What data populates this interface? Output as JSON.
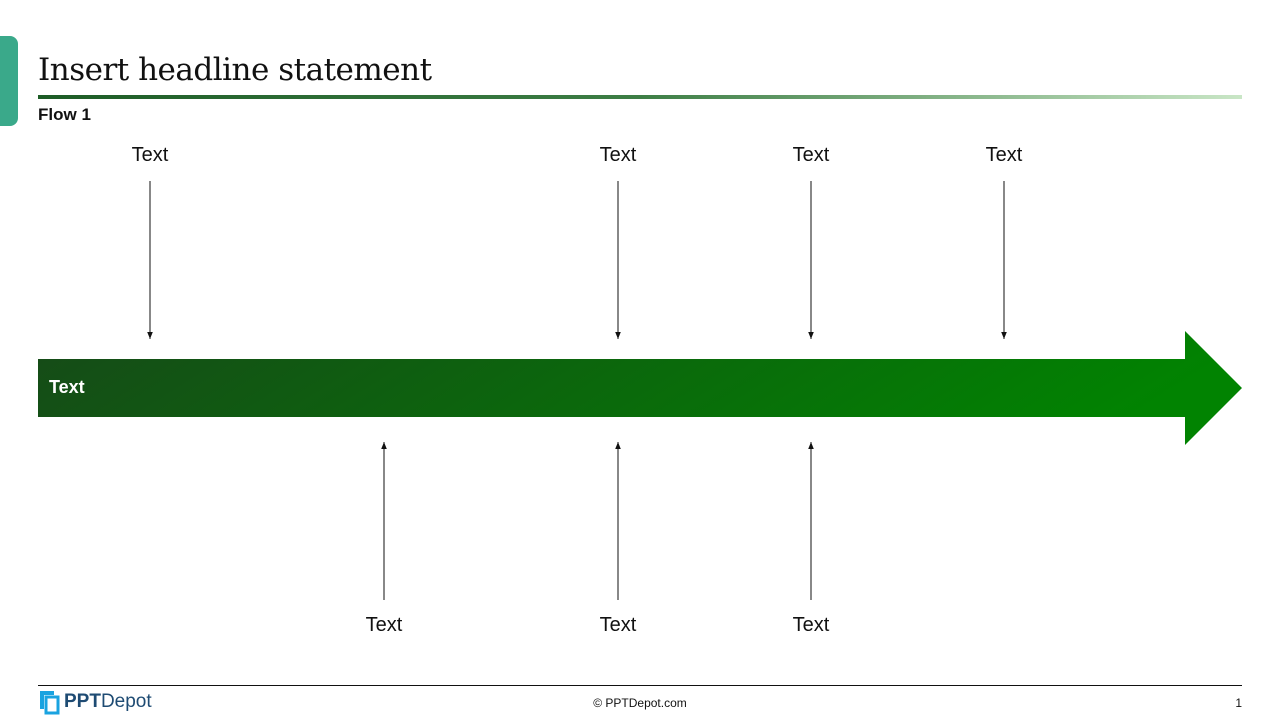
{
  "slide": {
    "headline": "Insert headline statement",
    "subtitle": "Flow 1",
    "bar_label": "Text",
    "top_labels": [
      "Text",
      "Text",
      "Text",
      "Text"
    ],
    "bottom_labels": [
      "Text",
      "Text",
      "Text"
    ]
  },
  "colors": {
    "accent_tab": "#3aa98a",
    "arrow_start": "#164a18",
    "arrow_end": "#018301"
  },
  "footer": {
    "logo_bold": "PPT",
    "logo_regular": "Depot",
    "copyright": "© PPTDepot.com",
    "page_number": "1"
  }
}
